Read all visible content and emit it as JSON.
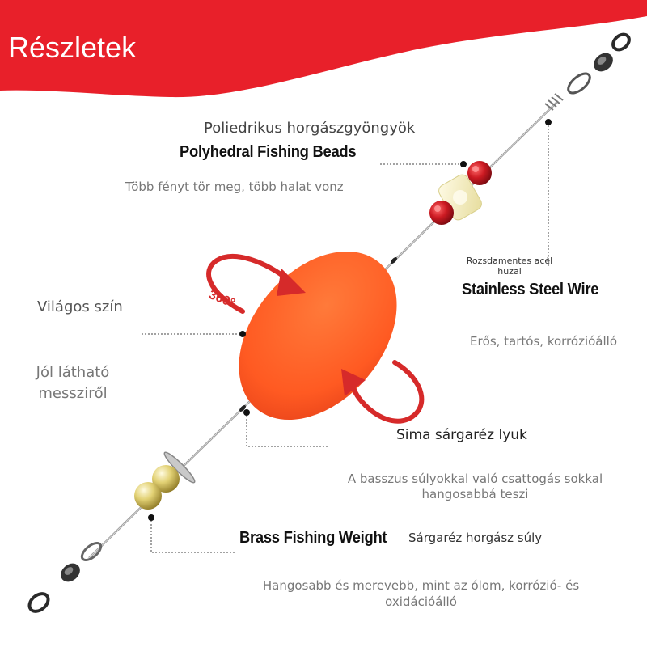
{
  "header": {
    "title": "Részletek",
    "accent_color": "#e8202a"
  },
  "beads": {
    "title_hu": "Poliedrikus horgászgyöngyök",
    "title_en": "Polyhedral Fishing Beads",
    "description": "Több fényt tör meg, több halat vonz",
    "colors": {
      "red": "#c8141c",
      "clear": "#f2eecd"
    }
  },
  "wire": {
    "label_hu": "Rozsdamentes acél huzal",
    "label_en": "Stainless Steel Wire",
    "description": "Erős, tartós, korrózióálló"
  },
  "float": {
    "color_label": "Világos szín",
    "visibility_label": "Jól látható messziről",
    "rotation_label": "360°",
    "color": "#ff5a22"
  },
  "hole": {
    "label": "Sima sárgaréz lyuk",
    "description": "A basszus súlyokkal való csattogás sokkal hangosabbá teszi"
  },
  "weight": {
    "title_en": "Brass Fishing Weight",
    "title_hu": "Sárgaréz horgász súly",
    "description": "Hangosabb és merevebb, mint az ólom, korrózió- és oxidációálló",
    "color": "#d6c055"
  },
  "icons": [
    "swivel-icon",
    "rotation-arrow-icon",
    "bead-icon",
    "float-icon",
    "washer-icon"
  ]
}
